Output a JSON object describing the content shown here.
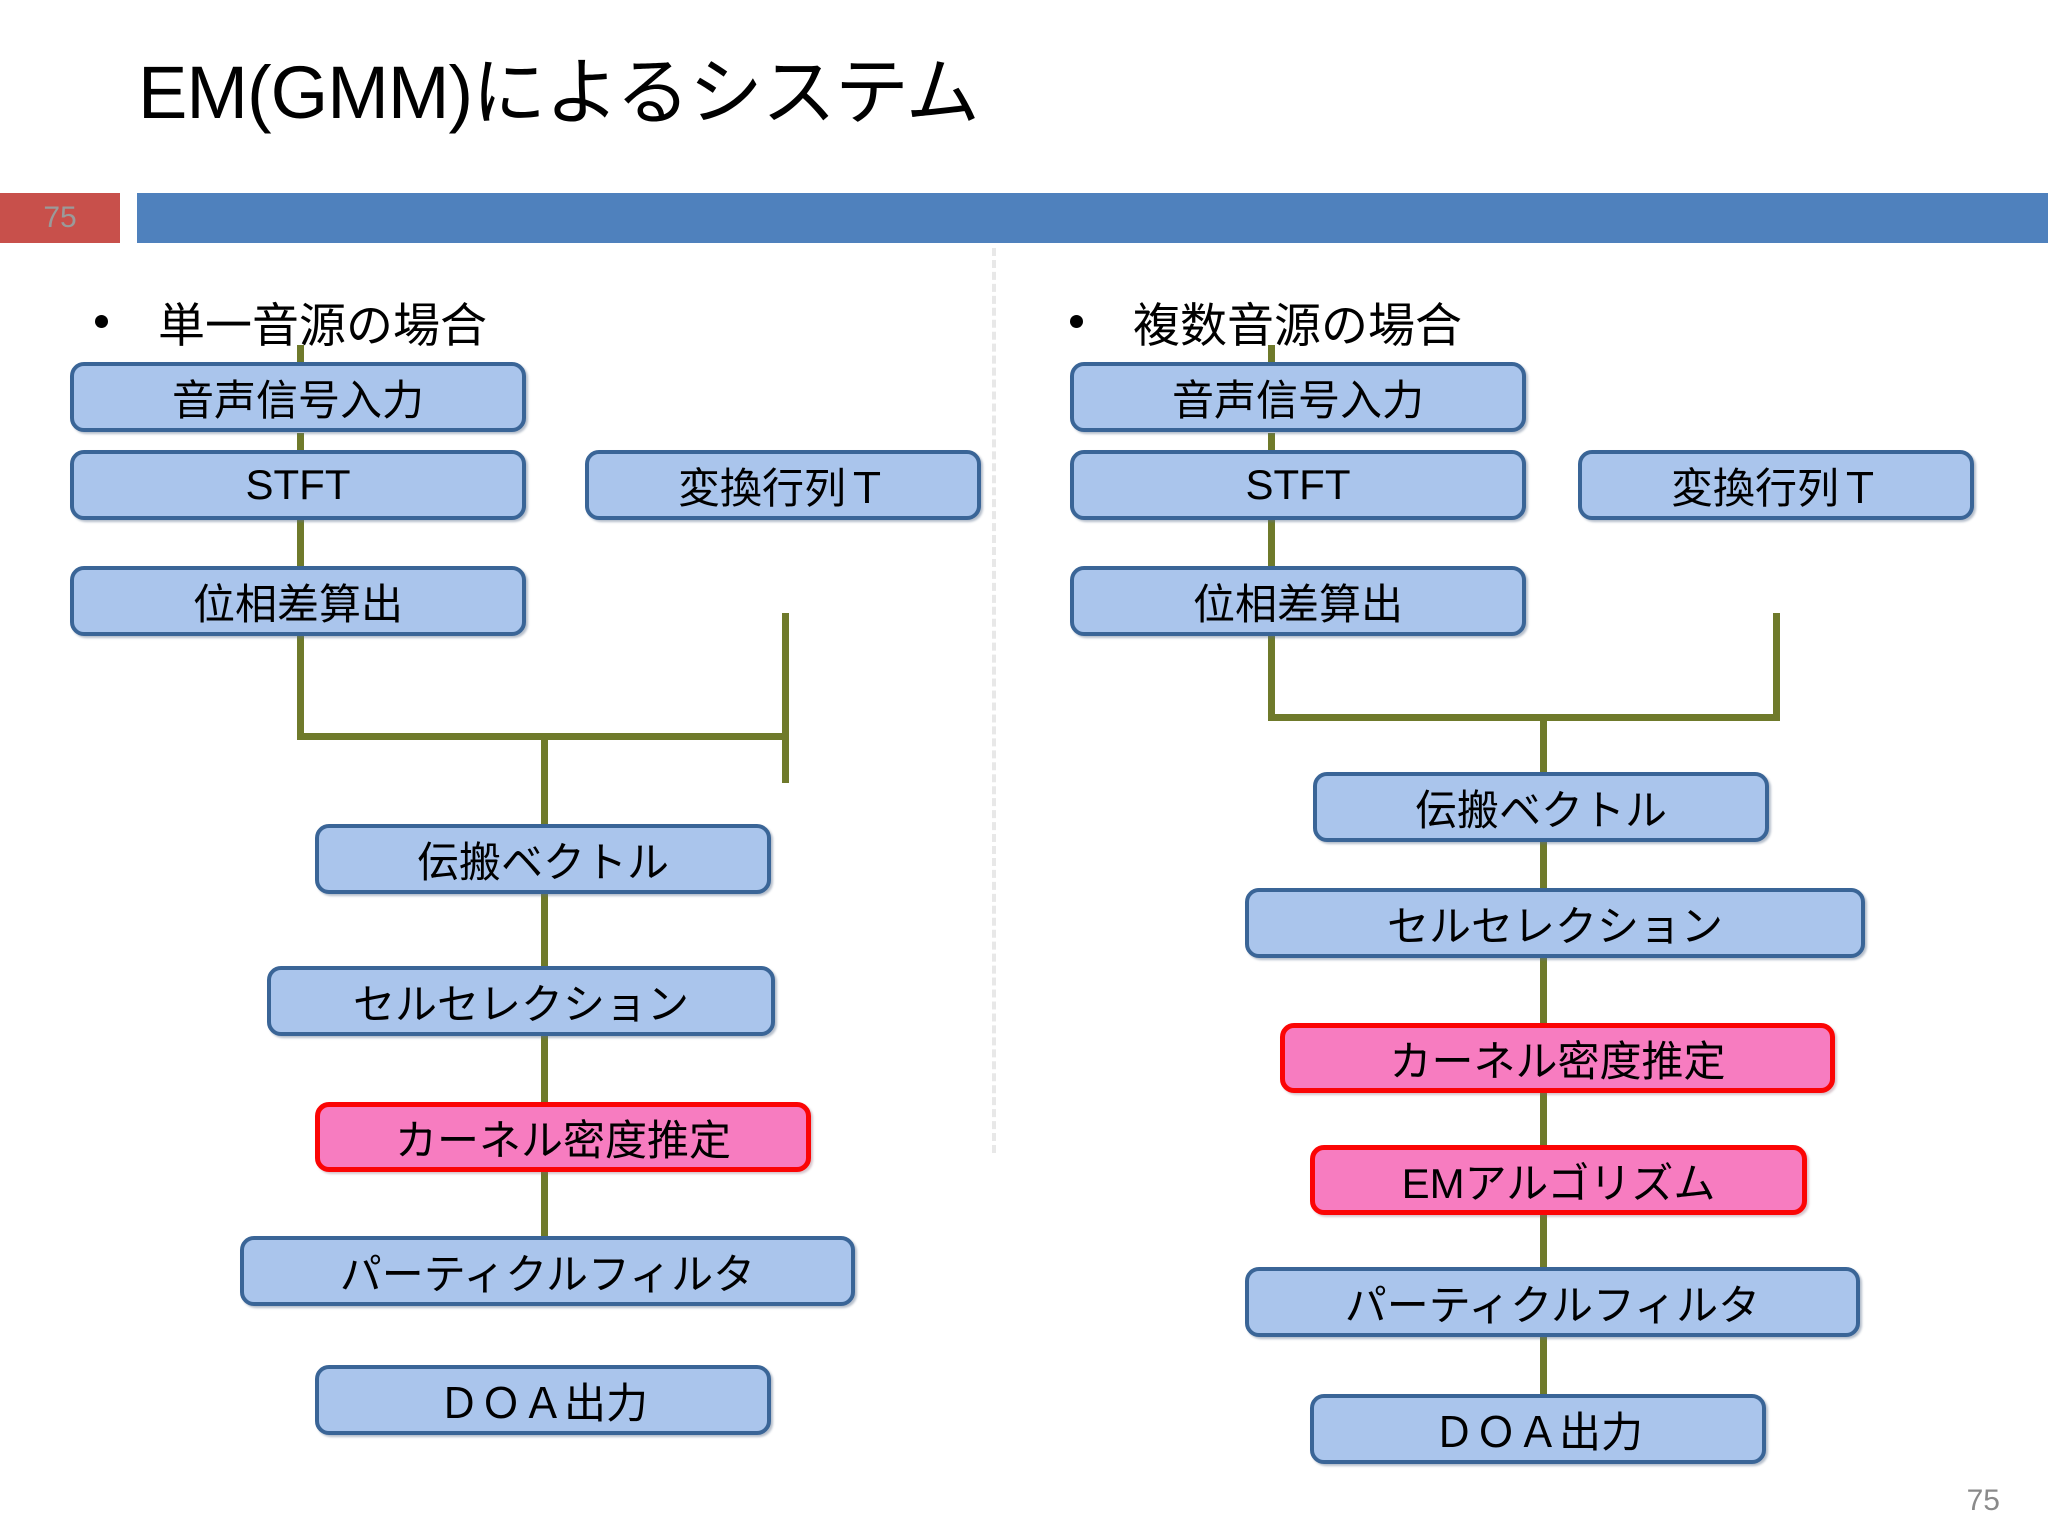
{
  "slide": {
    "title": "EM(GMM)によるシステム",
    "badge_number": "75",
    "page_number": "75",
    "accent_blue": "#4f81bd",
    "accent_red": "#c8504b",
    "node_blue_fill": "#aac5ec",
    "node_blue_border": "#3a6597",
    "node_pink_fill": "#f77cc0",
    "node_pink_border": "#fb0505",
    "connector_color": "#6f7a2b",
    "divider_color": "#e8e8e8"
  },
  "columns": [
    {
      "bullet": "単一音源の場合",
      "nodes": [
        {
          "label": "音声信号入力",
          "style": "blue"
        },
        {
          "label": "STFT",
          "style": "blue"
        },
        {
          "label": "変換行列Ｔ",
          "style": "blue"
        },
        {
          "label": "位相差算出",
          "style": "blue"
        },
        {
          "label": "伝搬ベクトル",
          "style": "blue"
        },
        {
          "label": "セルセレクション",
          "style": "blue"
        },
        {
          "label": "カーネル密度推定",
          "style": "pink"
        },
        {
          "label": "パーティクルフィルタ",
          "style": "blue"
        },
        {
          "label": "ＤＯＡ出力",
          "style": "blue"
        }
      ]
    },
    {
      "bullet": "複数音源の場合",
      "nodes": [
        {
          "label": "音声信号入力",
          "style": "blue"
        },
        {
          "label": "STFT",
          "style": "blue"
        },
        {
          "label": "変換行列Ｔ",
          "style": "blue"
        },
        {
          "label": "位相差算出",
          "style": "blue"
        },
        {
          "label": "伝搬ベクトル",
          "style": "blue"
        },
        {
          "label": "セルセレクション",
          "style": "blue"
        },
        {
          "label": "カーネル密度推定",
          "style": "pink"
        },
        {
          "label": "EMアルゴリズム",
          "style": "pink"
        },
        {
          "label": "パーティクルフィルタ",
          "style": "blue"
        },
        {
          "label": "ＤＯＡ出力",
          "style": "blue"
        }
      ]
    }
  ]
}
